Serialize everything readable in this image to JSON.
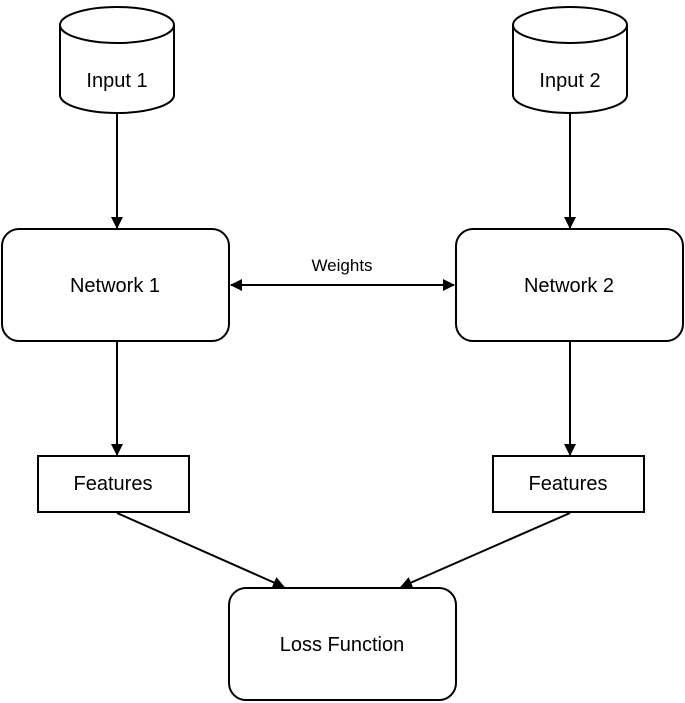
{
  "diagram": {
    "inputs": {
      "input1": "Input 1",
      "input2": "Input 2"
    },
    "networks": {
      "network1": "Network 1",
      "network2": "Network 2"
    },
    "shared_edge_label": "Weights",
    "features": {
      "features1": "Features",
      "features2": "Features"
    },
    "loss": "Loss Function"
  }
}
